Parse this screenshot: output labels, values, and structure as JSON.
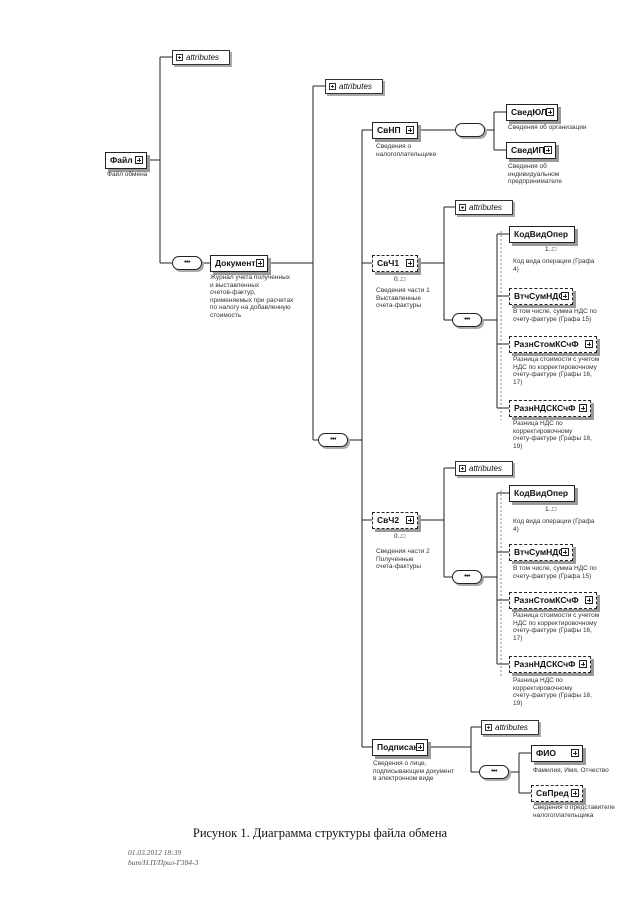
{
  "nodes": {
    "fail": {
      "label": "Файл",
      "desc": [
        "Файл обмена"
      ]
    },
    "dokument": {
      "label": "Документ",
      "desc": [
        "Журнал учета полученных",
        "и выставленных",
        "счетов-фактур,",
        "применяемых при расчетах",
        "по налогу на добавленную",
        "стоимость"
      ]
    },
    "svnp": {
      "label": "СвНП",
      "desc": [
        "Сведения о",
        "налогоплательщике"
      ]
    },
    "svedyul": {
      "label": "СведЮЛ",
      "desc": [
        "Сведения об организации"
      ]
    },
    "svedip": {
      "label": "СведИП",
      "desc": [
        "Сведения об",
        "индивидуальном",
        "предпринимателе"
      ]
    },
    "svch1": {
      "label": "СвЧ1",
      "card": "0..□",
      "desc": [
        "Сведения части 1",
        "Выставленные",
        "счета-фактуры"
      ]
    },
    "kodvidoper1": {
      "label": "КодВидОпер",
      "card": "1..□",
      "desc": [
        "Код вида операции (Графа",
        "4)"
      ]
    },
    "vtchsumnds1": {
      "label": "ВтчСумНДС",
      "desc": [
        "В том числе, сумма НДС по",
        "счету-фактуре (Графа 15)"
      ]
    },
    "raznstomkschf1": {
      "label": "РазнСтомКСчФ",
      "desc": [
        "Разница стоимости с учетом",
        "НДС по корректировочному",
        "счету-фактуре (Графы 16,",
        "17)"
      ]
    },
    "razndskschf1": {
      "label": "РазнНДСКСчФ",
      "desc": [
        "Разница НДС по",
        "корректировочному",
        "счету-фактуре (Графы 18,",
        "19)"
      ]
    },
    "svch2": {
      "label": "СвЧ2",
      "card": "0..□",
      "desc": [
        "Сведения части 2",
        "Полученные",
        "счета-фактуры"
      ]
    },
    "kodvidoper2": {
      "label": "КодВидОпер",
      "card": "1..□",
      "desc": [
        "Код вида операции (Графа",
        "4)"
      ]
    },
    "vtchsumnds2": {
      "label": "ВтчСумНДС",
      "desc": [
        "В том числе, сумма НДС по",
        "счету-фактуре (Графа 15)"
      ]
    },
    "raznstomkschf2": {
      "label": "РазнСтомКСчФ",
      "desc": [
        "Разница стоимости с учетом",
        "НДС по корректировочному",
        "счету-фактуре (Графы 16,",
        "17)"
      ]
    },
    "razndskschf2": {
      "label": "РазнНДСКСчФ",
      "desc": [
        "Разница НДС по",
        "корректировочному",
        "счету-фактуре (Графы 18,",
        "19)"
      ]
    },
    "podpisant": {
      "label": "Подписант",
      "desc": [
        "Сведения о лице,",
        "подписывающем документ",
        "в электронном виде"
      ]
    },
    "fio": {
      "label": "ФИО",
      "desc": [
        "Фамилия, Имя, Отчество"
      ]
    },
    "svpred": {
      "label": "СвПред",
      "desc": [
        "Сведения о представителе",
        "налогоплательщика"
      ]
    }
  },
  "attributes_label": "attributes",
  "compositor_label": "•••",
  "caption": "Рисунок 1. Диаграмма структуры файла обмена",
  "stamp": [
    "01.03.2012 18:39",
    "bum/Н.П/Прил-Г384-3"
  ]
}
